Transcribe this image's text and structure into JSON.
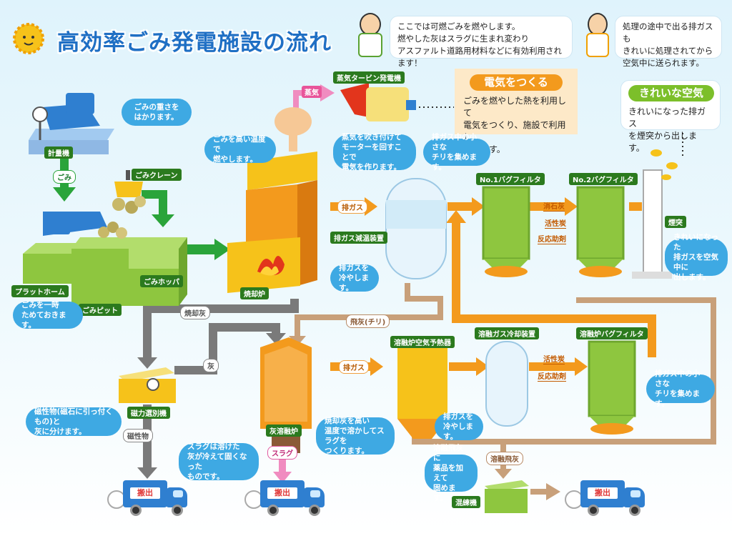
{
  "title": "高効率ごみ発電施設の流れ",
  "intro": {
    "line1": "ここでは可燃ごみを燃やします。",
    "line2": "燃やした灰はスラグに生まれ変わり",
    "line3": "アスファルト道路用材料などに有効利用されます！"
  },
  "intro2": {
    "line1": "処理の途中で出る排ガスも",
    "line2": "きれいに処理されてから",
    "line3": "空気中に送られます。"
  },
  "electric": {
    "heading": "電気をつくる",
    "line1": "ごみを燃やした熱を利用して",
    "line2": "電気をつくり、施設で利用し",
    "line3": "ています。"
  },
  "cleanair": {
    "heading": "きれいな空気",
    "line1": "きれいになった排ガス",
    "line2": "を煙突から出します。"
  },
  "labels": {
    "scale": "計量機",
    "crane": "ごみクレーン",
    "platform": "プラットホーム",
    "hopper": "ごみホッパ",
    "pit": "ごみピット",
    "incinerator": "焼却炉",
    "turbine": "蒸気タービン発電機",
    "cooling": "排ガス減温装置",
    "bag1": "No.1バグフィルタ",
    "bag2": "No.2バグフィルタ",
    "chimney": "煙突",
    "magnet": "磁力選別機",
    "melter": "灰溶融炉",
    "preheater": "溶融炉空気予熱器",
    "meltcool": "溶融ガス冷却装置",
    "meltbag": "溶融炉バグフィルタ",
    "mixer": "混練機"
  },
  "flows": {
    "gomi": "ごみ",
    "steam": "蒸気",
    "exhaust1": "排ガス",
    "exhaust2": "排ガス",
    "slaked1": "消石灰",
    "carbon1": "活性炭",
    "reagent1": "反応助剤",
    "carbon2": "活性炭",
    "reagent2": "反応助剤",
    "ash": "焼却灰",
    "ash2": "灰",
    "flyash": "飛灰(チリ)",
    "magnetic": "磁性物",
    "slag": "スラグ",
    "meltfly": "溶融飛灰"
  },
  "bubbles": {
    "scale": [
      "ごみの重さを",
      "はかります。"
    ],
    "pit": [
      "ごみを一時",
      "ためておきます。"
    ],
    "incinerator": [
      "ごみを高い温度で",
      "燃やします。"
    ],
    "turbine": [
      "蒸気を吹き付けて",
      "モーターを回すことで",
      "電気を作ります。"
    ],
    "filter1": [
      "排ガス中の小さな",
      "チリを集めます。"
    ],
    "cooling": [
      "排ガスを",
      "冷やします。"
    ],
    "chimney": [
      "きれいになった",
      "排ガスを空気中に",
      "出します。"
    ],
    "magnet": [
      "磁性物(磁石に引っ付くもの)と",
      "灰に分けます。"
    ],
    "slag": [
      "スラグは溶けた",
      "灰が冷えて固くなった",
      "ものです。"
    ],
    "melter": [
      "焼却灰を高い",
      "温度で溶かしてスラグを",
      "つくります。"
    ],
    "meltcool": [
      "排ガスを",
      "冷やします。"
    ],
    "meltbag": [
      "排ガス中の小さな",
      "チリを集めます。"
    ],
    "mixer": [
      "溶融飛灰に",
      "薬品を加えて",
      "固めます。"
    ]
  },
  "trucks": [
    "搬出",
    "搬出",
    "搬出"
  ],
  "colors": {
    "title": "#1f6fc4",
    "bubble": "#3ea9e3",
    "orange_flow": "#f39a1d",
    "green_flow": "#2aa43a",
    "gray_flow": "#7a7a7a",
    "brown_flow": "#c8a07a",
    "pink_flow": "#f08cc0",
    "equipment_green": "#8ec63f",
    "equipment_yellow": "#f6c21a"
  }
}
